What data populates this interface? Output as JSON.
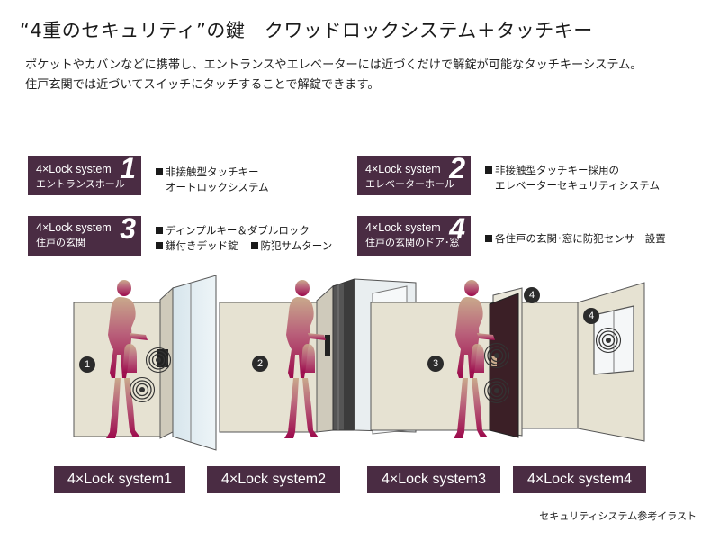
{
  "title": "“4重のセキュリティ”の鍵　クワッドロックシステム＋タッチキー",
  "description": {
    "line1": "ポケットやカバンなどに携帯し、エントランスやエレベーターには近づくだけで解錠が可能なタッチキーシステム。",
    "line2": "住戸玄関では近づいてスイッチにタッチすることで解錠できます。"
  },
  "systems": [
    {
      "name": "4×Lock system",
      "number": "1",
      "place": "エントランスホール",
      "features": [
        "非接触型タッチキー",
        "オートロックシステム"
      ]
    },
    {
      "name": "4×Lock system",
      "number": "2",
      "place": "エレベーターホール",
      "features": [
        "非接触型タッチキー採用の",
        "エレベーターセキュリティシステム"
      ]
    },
    {
      "name": "4×Lock system",
      "number": "3",
      "place": "住戸の玄関",
      "features": [
        "ディンプルキー＆ダブルロック",
        "鎌付きデッド錠",
        "防犯サムターン"
      ]
    },
    {
      "name": "4×Lock system",
      "number": "4",
      "place": "住戸の玄関のドア･窓",
      "features": [
        "各住戸の玄関･窓に防犯センサー設置"
      ]
    }
  ],
  "markers": [
    "1",
    "2",
    "3",
    "4",
    "4"
  ],
  "bottom_labels": [
    "4×Lock system1",
    "4×Lock system2",
    "4×Lock system3",
    "4×Lock system4"
  ],
  "caption": "セキュリティシステム参考イラスト",
  "colors": {
    "label_bg": "#4a2c43",
    "wall": "#e6e2d2",
    "silhouette_top": "#c9a98c",
    "silhouette_bottom": "#a01050"
  }
}
